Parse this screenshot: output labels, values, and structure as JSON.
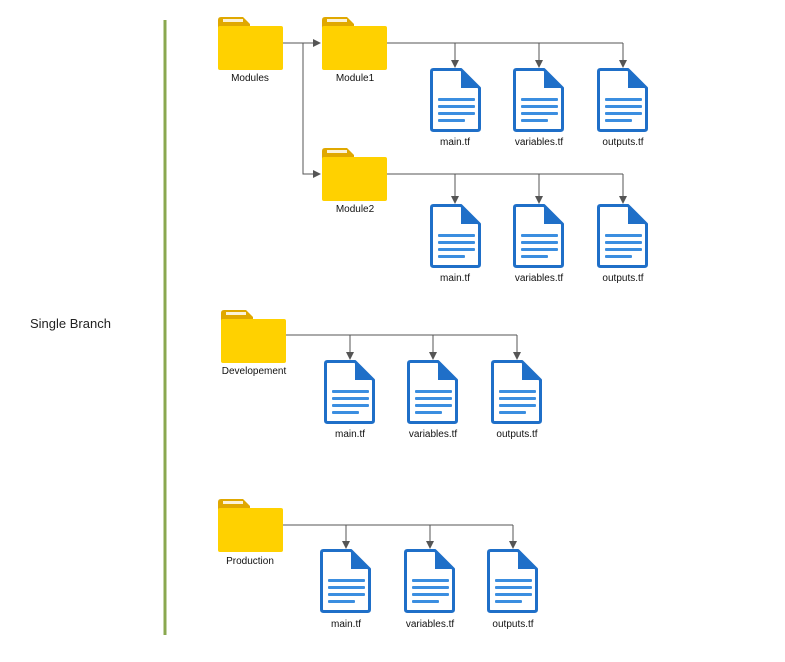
{
  "branch_label": "Single Branch",
  "colors": {
    "divider": "#8aa84f",
    "folder_tab": "#e0a800",
    "folder_body": "#ffd100",
    "doc_outline": "#1f6fc8",
    "doc_lines": "#3b8ee0",
    "connector": "#555555"
  },
  "icons": {
    "folder": "folder-icon",
    "file": "file-document-icon"
  },
  "tree": {
    "modules": {
      "label": "Modules",
      "module1": {
        "label": "Module1",
        "files": [
          "main.tf",
          "variables.tf",
          "outputs.tf"
        ]
      },
      "module2": {
        "label": "Module2",
        "files": [
          "main.tf",
          "variables.tf",
          "outputs.tf"
        ]
      }
    },
    "development": {
      "label": "Developement",
      "files": [
        "main.tf",
        "variables.tf",
        "outputs.tf"
      ]
    },
    "production": {
      "label": "Production",
      "files": [
        "main.tf",
        "variables.tf",
        "outputs.tf"
      ]
    }
  }
}
